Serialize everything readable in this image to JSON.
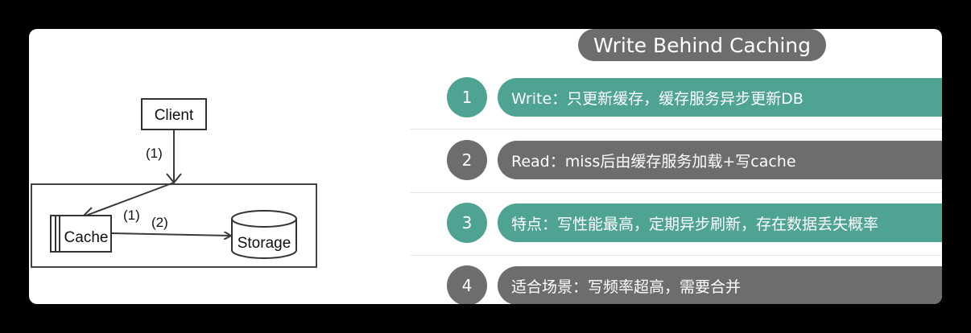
{
  "title": "Write Behind Caching",
  "diagram": {
    "client": "Client",
    "cache": "Cache",
    "storage": "Storage",
    "arrow_client_label": "(1)",
    "arrow_cache_label": "(1)",
    "arrow_storage_label": "(2)"
  },
  "steps": [
    {
      "num": "1",
      "text": "Write：只更新缓存，缓存服务异步更新DB",
      "color": "#4fa393"
    },
    {
      "num": "2",
      "text": "Read：miss后由缓存服务加载+写cache",
      "color": "#6d6d6d"
    },
    {
      "num": "3",
      "text": "特点：写性能最高，定期异步刷新，存在数据丢失概率",
      "color": "#4fa393"
    },
    {
      "num": "4",
      "text": "适合场景：写频率超高，需要合并",
      "color": "#6d6d6d"
    }
  ],
  "colors": {
    "teal": "#4fa393",
    "gray": "#6d6d6d",
    "background": "#000000",
    "card": "#ffffff"
  }
}
